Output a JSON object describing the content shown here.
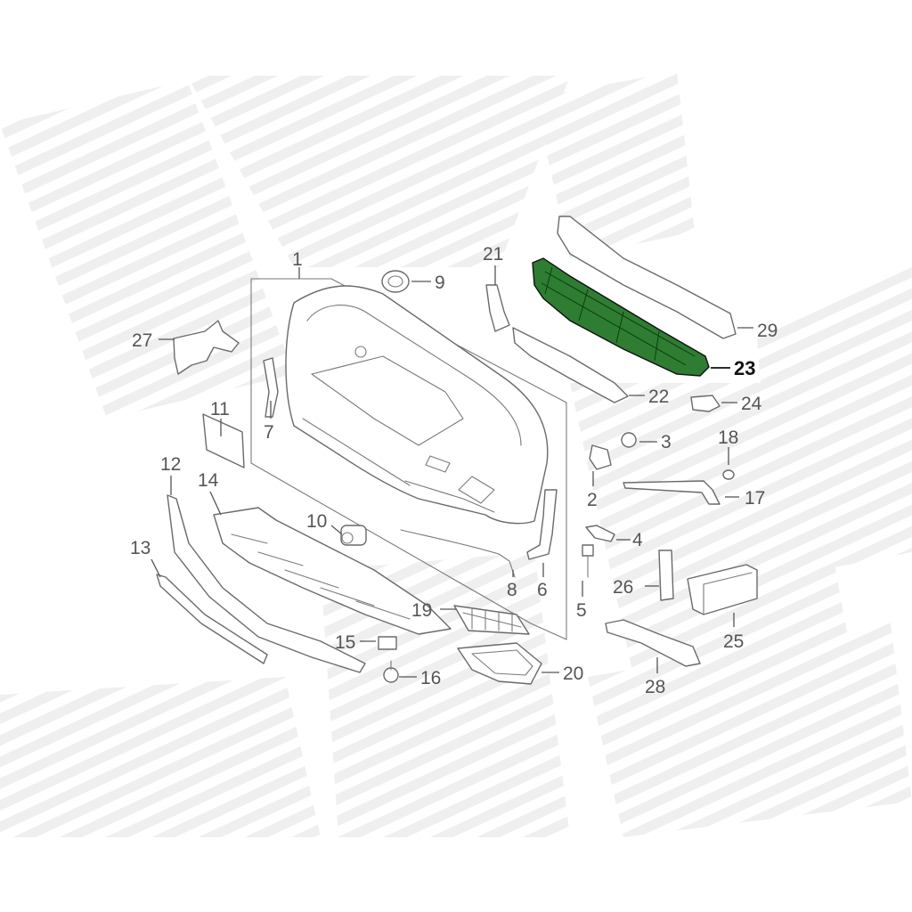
{
  "diagram": {
    "highlight_color": "#2e7d32",
    "highlighted_part": "23",
    "callouts": [
      {
        "id": "c1",
        "label": "1"
      },
      {
        "id": "c2",
        "label": "2"
      },
      {
        "id": "c3",
        "label": "3"
      },
      {
        "id": "c4",
        "label": "4"
      },
      {
        "id": "c5",
        "label": "5"
      },
      {
        "id": "c6",
        "label": "6"
      },
      {
        "id": "c7",
        "label": "7"
      },
      {
        "id": "c8",
        "label": "8"
      },
      {
        "id": "c9",
        "label": "9"
      },
      {
        "id": "c10",
        "label": "10"
      },
      {
        "id": "c11",
        "label": "11"
      },
      {
        "id": "c12",
        "label": "12"
      },
      {
        "id": "c13",
        "label": "13"
      },
      {
        "id": "c14",
        "label": "14"
      },
      {
        "id": "c15",
        "label": "15"
      },
      {
        "id": "c16",
        "label": "16"
      },
      {
        "id": "c17",
        "label": "17"
      },
      {
        "id": "c18",
        "label": "18"
      },
      {
        "id": "c19",
        "label": "19"
      },
      {
        "id": "c20",
        "label": "20"
      },
      {
        "id": "c21",
        "label": "21"
      },
      {
        "id": "c22",
        "label": "22"
      },
      {
        "id": "c23",
        "label": "23"
      },
      {
        "id": "c24",
        "label": "24"
      },
      {
        "id": "c25",
        "label": "25"
      },
      {
        "id": "c26",
        "label": "26"
      },
      {
        "id": "c27",
        "label": "27"
      },
      {
        "id": "c28",
        "label": "28"
      },
      {
        "id": "c29",
        "label": "29"
      }
    ]
  }
}
